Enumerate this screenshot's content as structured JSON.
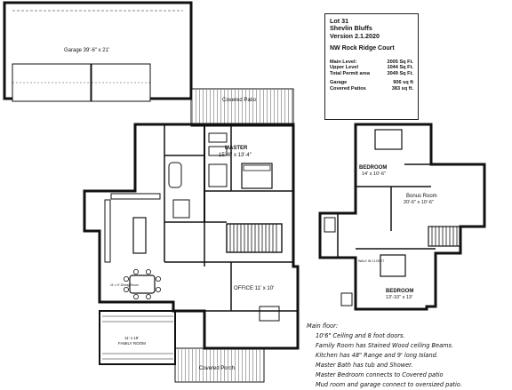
{
  "title_block": {
    "lot": "Lot  31",
    "subdivision": "Shevlin Bluffs",
    "version": "Version 2.1.2020",
    "street": "NW Rock Ridge Court",
    "areas": [
      {
        "label": "Main Level:",
        "value": "2005 Sq Ft."
      },
      {
        "label": "Upper Level",
        "value": "1044 Sq Ft."
      },
      {
        "label": "Total Permit area",
        "value": "3049 Sq Ft."
      },
      {
        "label": "Garage",
        "value": "906 sq ft"
      },
      {
        "label": "Covered Patios",
        "value": "383 sq ft."
      }
    ]
  },
  "rooms": {
    "garage": "Garage  39'-6\" x 21'",
    "covered_patio": "Covered Patio",
    "master_title": "MASTER",
    "master_dims": "15'-6\" x 13'-4\"",
    "office": "OFFICE  11' x 10'",
    "family_title": "11' x 19'",
    "family_sub": "FAMILY ROOM",
    "covered_porch": "Covered Porch",
    "bedroom_1_title": "BEDROOM",
    "bedroom_1_dims": "14' x 10'-6\"",
    "bonus_title": "Bonus Room",
    "bonus_dims": "20'-6\" x 10'-6\"",
    "bedroom_2_title": "BEDROOM",
    "bedroom_2_dims": "13'-10\" x 13'",
    "walk_in_closet": "WALK IN CLOSET",
    "dining": "11' x 9' Dining Room"
  },
  "notes": {
    "heading": "Main floor:",
    "lines": [
      "10'6\" Ceiling and 8 foot doors.",
      "Family Room has Stained Wood ceiling Beams.",
      "Kitchen has 48\" Range and 9' long Island.",
      "Master Bath has tub and Shower.",
      "Master Bedroom connects to Covered patio",
      "Mud room and garage connect to oversized patio."
    ]
  }
}
